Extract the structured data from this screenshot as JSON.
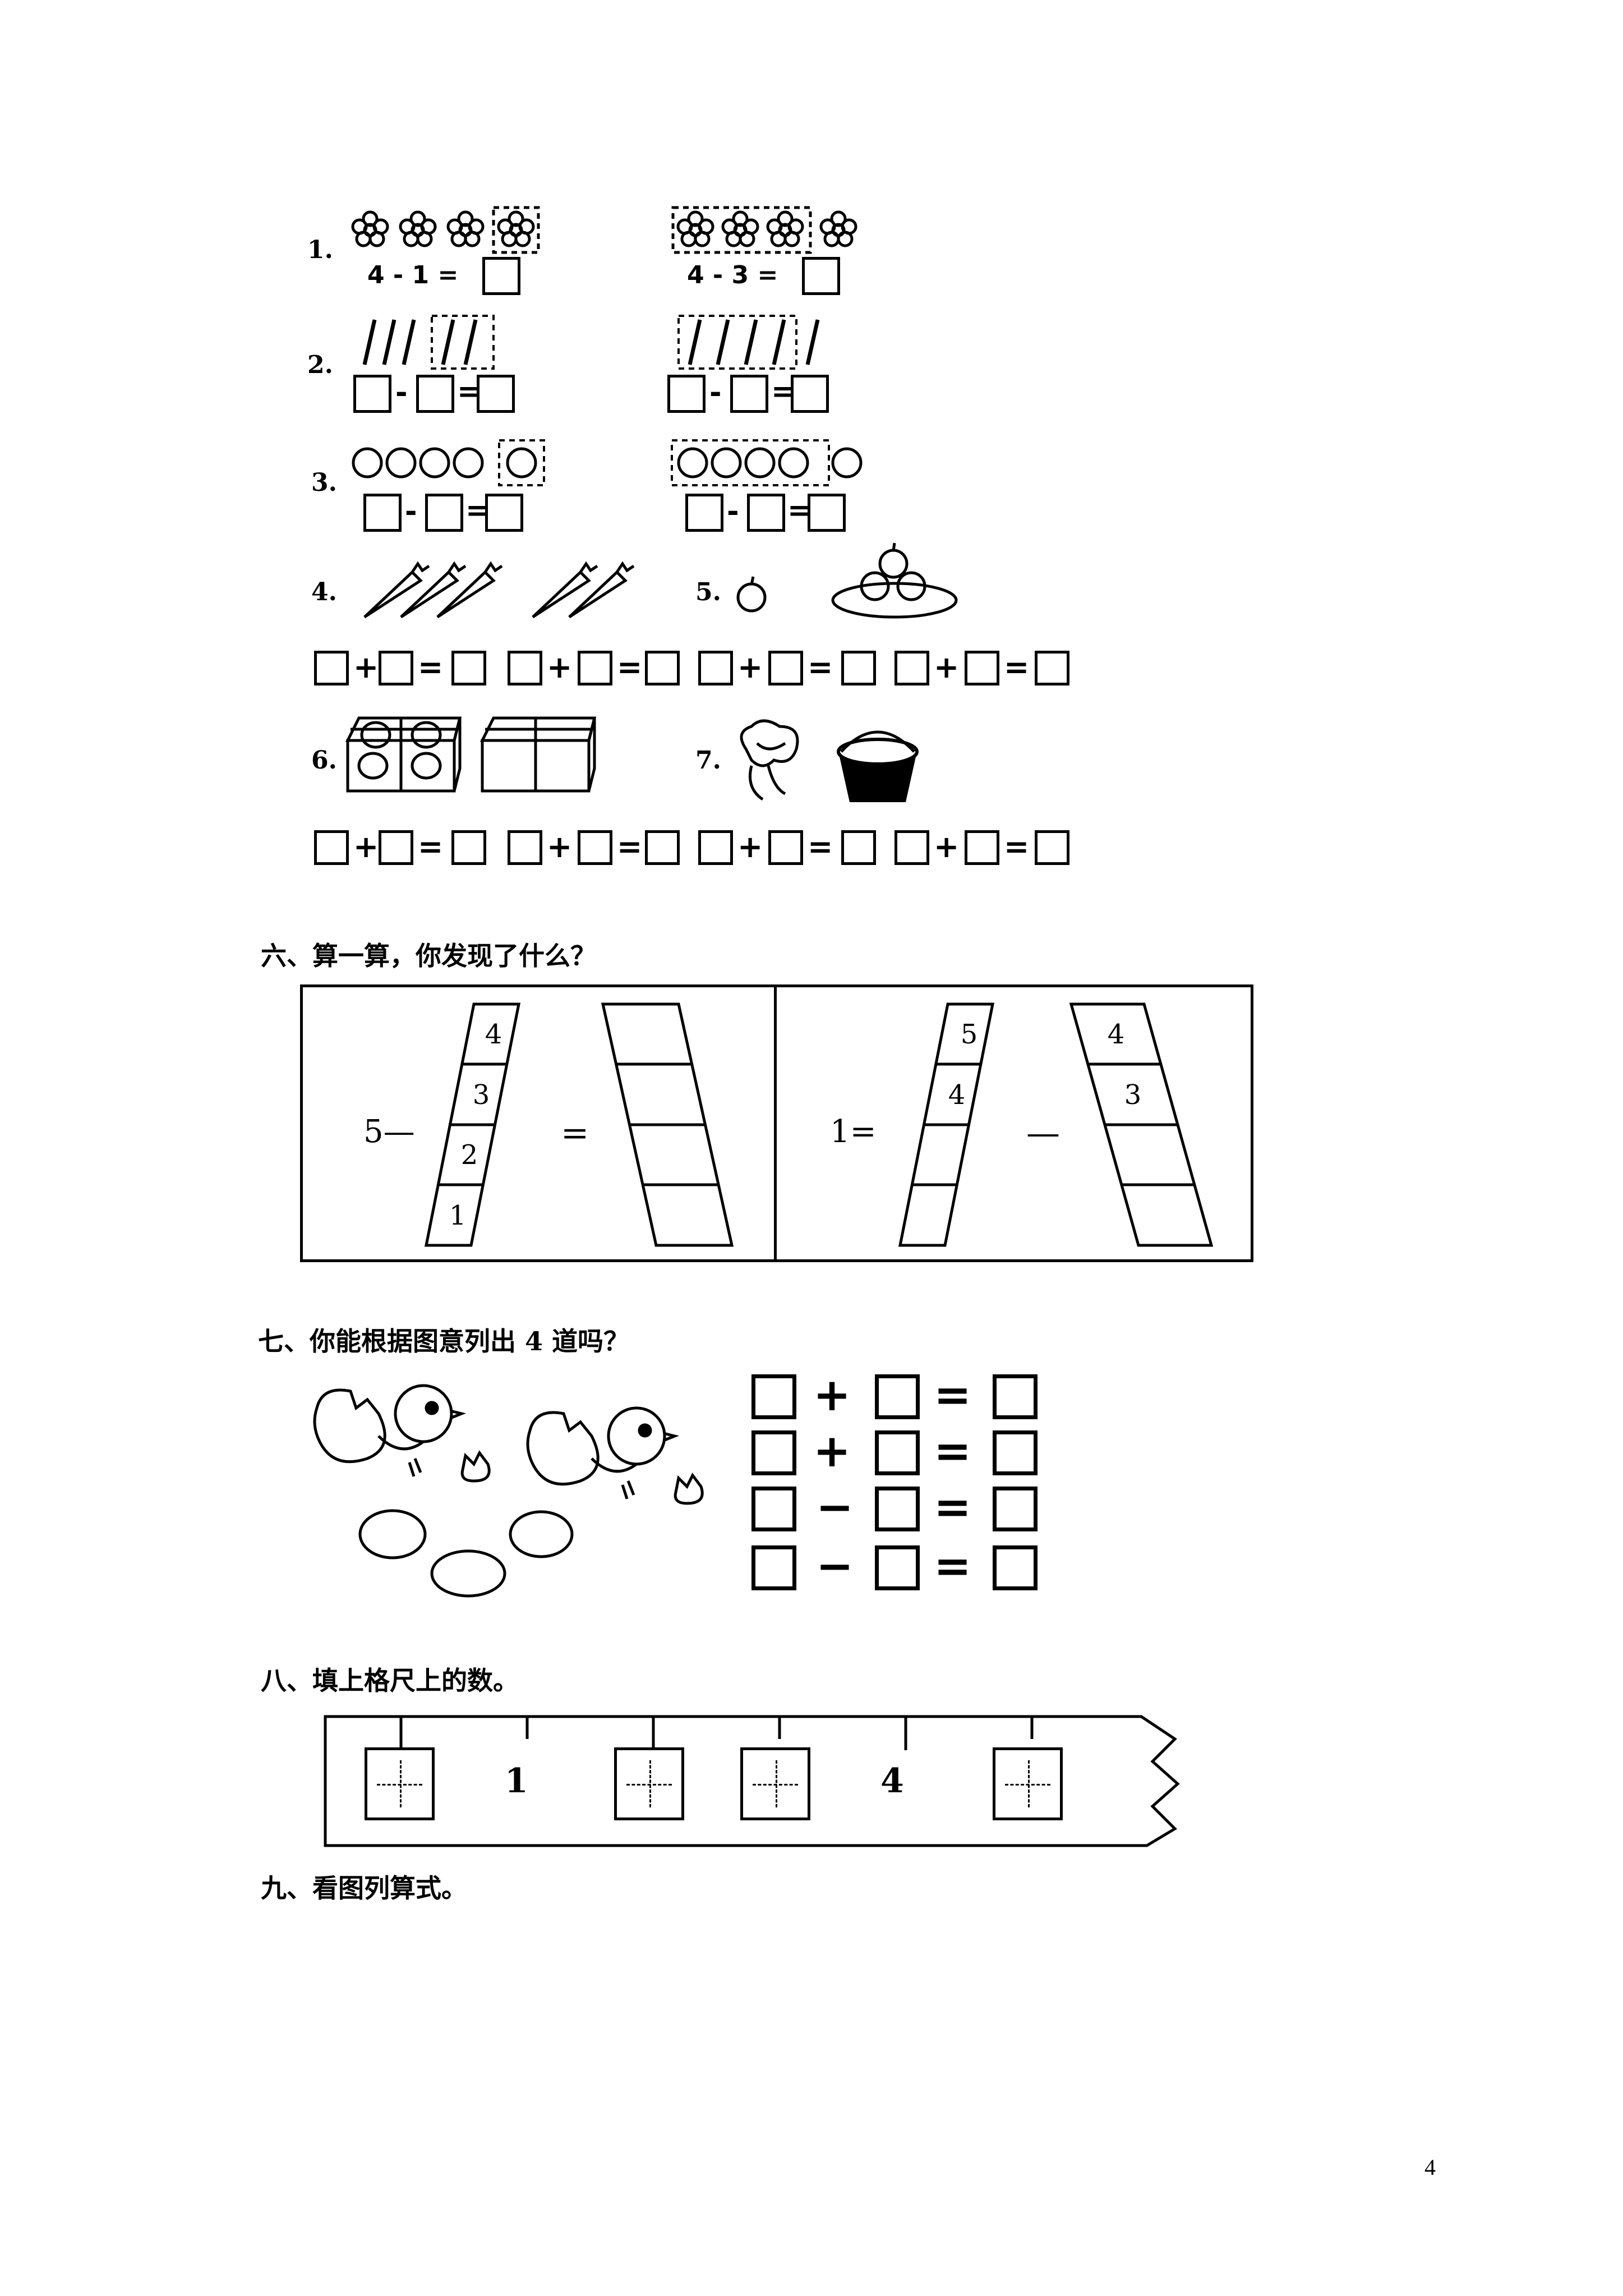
{
  "problems": {
    "p1": {
      "label": "1.",
      "left_eq": "4 - 1 =",
      "right_eq": "4 - 3 ="
    },
    "p2": {
      "label": "2."
    },
    "p3": {
      "label": "3."
    },
    "p4": {
      "label": "4."
    },
    "p5": {
      "label": "5."
    },
    "p6": {
      "label": "6."
    },
    "p7": {
      "label": "7."
    },
    "minus": "-",
    "plus": "+",
    "equals": "="
  },
  "section6": {
    "heading": "六、算一算，你发现了什么？",
    "left_prefix": "5—",
    "left_equals": "=",
    "left_column": [
      "4",
      "3",
      "2",
      "1"
    ],
    "right_prefix": "1=",
    "right_minus": "—",
    "right_col1": [
      "5",
      "4"
    ],
    "right_col2": [
      "4",
      "3"
    ]
  },
  "section7": {
    "heading": "七、你能根据图意列出 4 道吗？",
    "rows": [
      {
        "op": "+",
        "eq": "="
      },
      {
        "op": "+",
        "eq": "="
      },
      {
        "op": "−",
        "eq": "="
      },
      {
        "op": "−",
        "eq": "="
      }
    ]
  },
  "section8": {
    "heading": "八、填上格尺上的数。",
    "ruler_values": [
      "1",
      "4"
    ]
  },
  "section9": {
    "heading": "九、看图列算式。"
  },
  "page_number": "4"
}
